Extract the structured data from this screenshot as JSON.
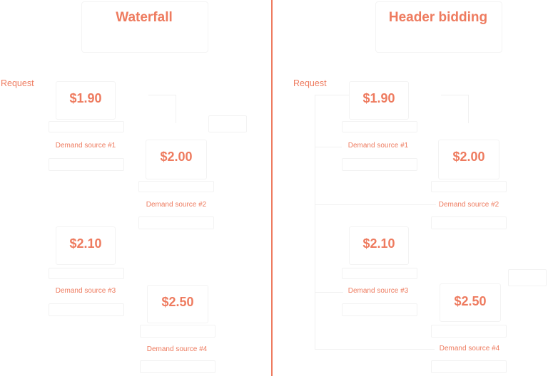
{
  "left_panel": {
    "title": "Waterfall",
    "request_label": "Request",
    "items": [
      {
        "price": "$1.90",
        "source": "Demand source #1"
      },
      {
        "price": "$2.00",
        "source": "Demand source #2"
      },
      {
        "price": "$2.10",
        "source": "Demand source #3"
      },
      {
        "price": "$2.50",
        "source": "Demand source #4"
      }
    ]
  },
  "right_panel": {
    "title": "Header bidding",
    "request_label": "Request",
    "items": [
      {
        "price": "$1.90",
        "source": "Demand source #1"
      },
      {
        "price": "$2.00",
        "source": "Demand source #2"
      },
      {
        "price": "$2.10",
        "source": "Demand source #3"
      },
      {
        "price": "$2.50",
        "source": "Demand source #4"
      }
    ]
  },
  "colors": {
    "accent": "#ee7b5f",
    "faint": "#f2f2f2"
  }
}
